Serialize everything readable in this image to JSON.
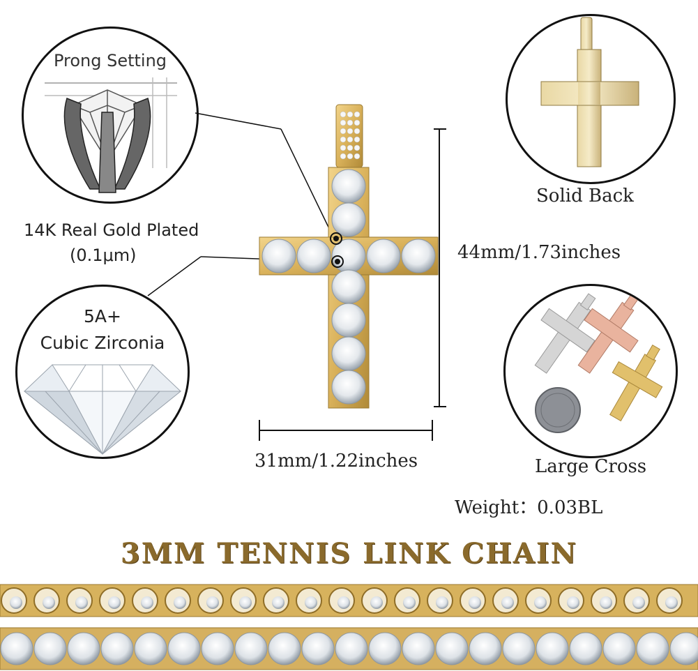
{
  "callouts": {
    "prong_title": "Prong Setting",
    "gold_line1": "14K Real Gold Plated",
    "gold_line2": "(0.1μm)",
    "cz_line1": "5A+",
    "cz_line2": "Cubic Zirconia",
    "solid_back": "Solid Back",
    "large_cross": "Large Cross"
  },
  "dimensions": {
    "height": "44mm/1.73inches",
    "width": "31mm/1.22inches",
    "weight": "Weight：0.03BL"
  },
  "chain": {
    "title": "3MM TENNIS LINK CHAIN"
  },
  "colors": {
    "gold": "#d9b15a",
    "gold_dark": "#a57f2c",
    "rose": "#e4a58e",
    "silver": "#c9c9c9",
    "title_brown": "#8a6a2c"
  },
  "icons": [
    "prong-setting-illustration",
    "diamond-icon",
    "cross-pendant-icon",
    "coin-icon"
  ]
}
